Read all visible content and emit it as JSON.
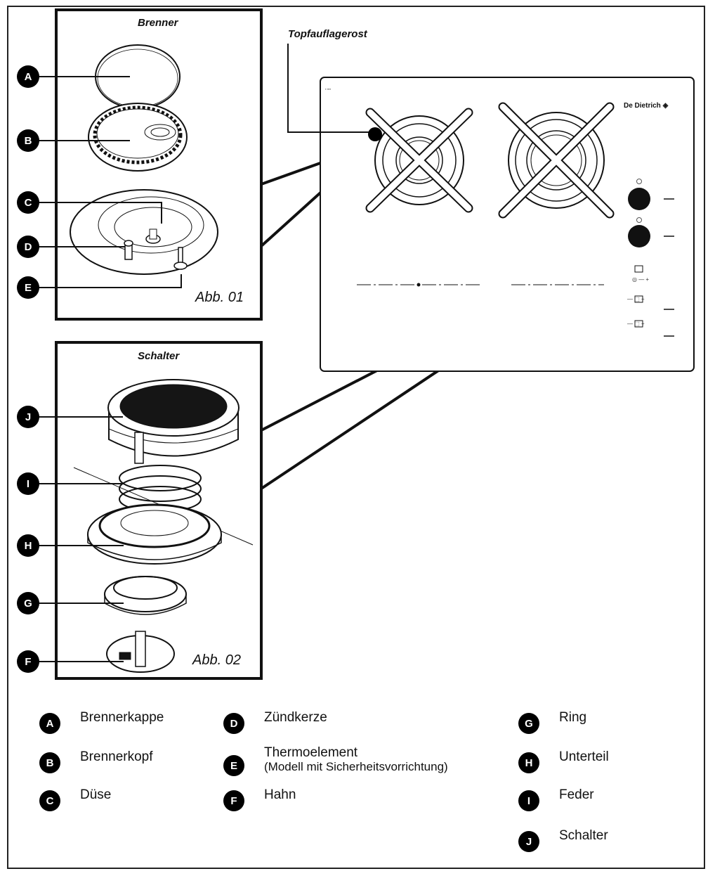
{
  "panels": {
    "brenner_title": "Brenner",
    "schalter_title": "Schalter",
    "topfauflagerost": "Topfauflagerost",
    "abb1": "Abb. 01",
    "abb2": "Abb. 02"
  },
  "markers": [
    "A",
    "B",
    "C",
    "D",
    "E",
    "J",
    "I",
    "H",
    "G",
    "F"
  ],
  "brand": "De Dietrich",
  "legend": [
    {
      "letter": "A",
      "text": "Brennerkappe"
    },
    {
      "letter": "B",
      "text": "Brennerkopf"
    },
    {
      "letter": "C",
      "text": "Düse"
    },
    {
      "letter": "D",
      "text": "Zündkerze"
    },
    {
      "letter": "E",
      "text": "Thermoelement",
      "sub": "(Modell mit Sicherheitsvorrichtung)"
    },
    {
      "letter": "F",
      "text": "Hahn"
    },
    {
      "letter": "G",
      "text": "Ring"
    },
    {
      "letter": "H",
      "text": "Unterteil"
    },
    {
      "letter": "I",
      "text": "Feder"
    },
    {
      "letter": "J",
      "text": "Schalter"
    }
  ]
}
